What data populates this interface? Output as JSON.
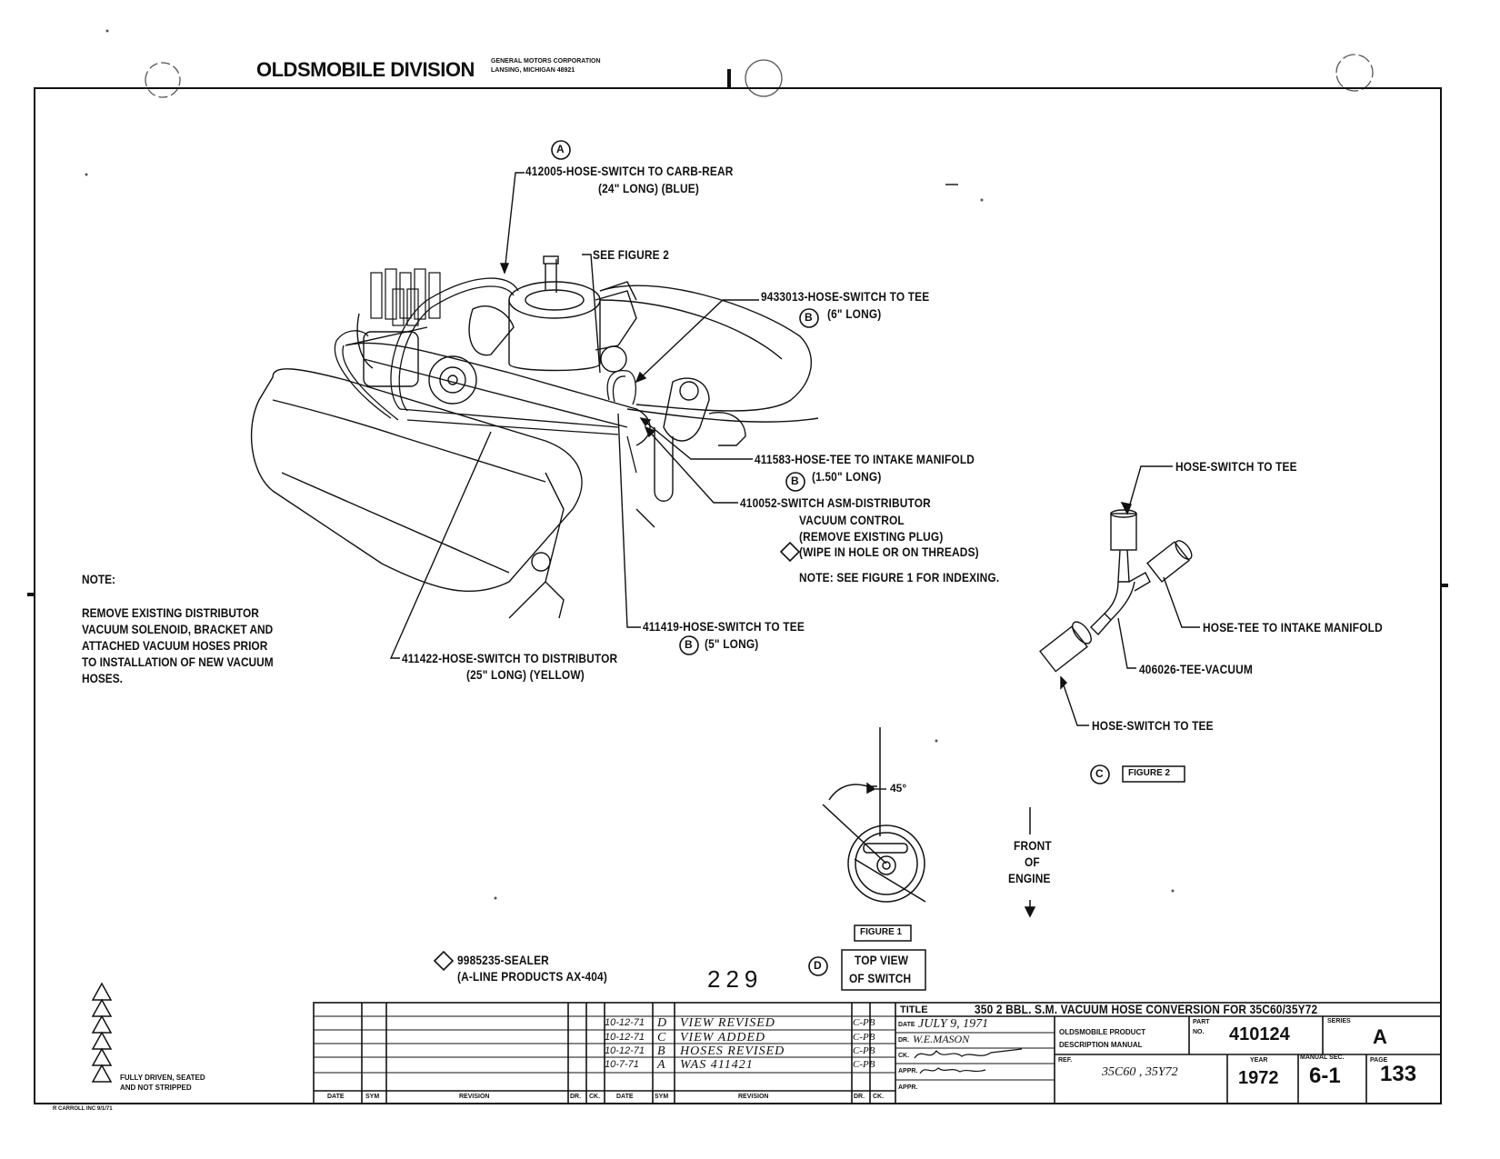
{
  "header": {
    "division": "OLDSMOBILE DIVISION",
    "corp_line1": "GENERAL MOTORS CORPORATION",
    "corp_line2": "LANSING, MICHIGAN 48921"
  },
  "callouts": {
    "view_a": "A",
    "view_b": "B",
    "view_c": "C",
    "view_d": "D",
    "hose_412005_l1": "412005-HOSE-SWITCH TO CARB-REAR",
    "hose_412005_l2": "(24\" LONG) (BLUE)",
    "see_figure_2": "SEE FIGURE 2",
    "hose_9433013_l1": "9433013-HOSE-SWITCH TO TEE",
    "hose_9433013_l2": "(6\" LONG)",
    "hose_411583_l1": "411583-HOSE-TEE TO INTAKE MANIFOLD",
    "hose_411583_l2": "(1.50\" LONG)",
    "switch_410052_l1": "410052-SWITCH ASM-DISTRIBUTOR",
    "switch_410052_l2": "VACUUM CONTROL",
    "switch_410052_l3": "(REMOVE EXISTING PLUG)",
    "switch_410052_l4": "(WIPE IN HOLE OR ON THREADS)",
    "note_indexing": "NOTE:  SEE FIGURE 1 FOR INDEXING.",
    "hose_411419_l1": "411419-HOSE-SWITCH TO TEE",
    "hose_411419_l2": "(5\" LONG)",
    "hose_411422_l1": "411422-HOSE-SWITCH TO DISTRIBUTOR",
    "hose_411422_l2": "(25\" LONG) (YELLOW)",
    "c_hose_switch_tee_top": "HOSE-SWITCH TO TEE",
    "c_hose_tee_manifold": "HOSE-TEE TO INTAKE MANIFOLD",
    "c_tee_vacuum": "406026-TEE-VACUUM",
    "c_hose_switch_tee_bottom": "HOSE-SWITCH TO TEE",
    "figure_2": "FIGURE 2",
    "angle": "45°",
    "front_l1": "FRONT",
    "front_l2": "OF",
    "front_l3": "ENGINE",
    "figure_1": "FIGURE 1",
    "top_view_l1": "TOP VIEW",
    "top_view_l2": "OF SWITCH",
    "sealer_l1": "9985235-SEALER",
    "sealer_l2": "(A-LINE PRODUCTS AX-404)",
    "page_number": "229"
  },
  "note": {
    "heading": "NOTE:",
    "lines": [
      "REMOVE EXISTING DISTRIBUTOR",
      "VACUUM SOLENOID, BRACKET AND",
      "ATTACHED VACUUM HOSES PRIOR",
      "TO INSTALLATION OF NEW VACUUM",
      "HOSES."
    ]
  },
  "legend": {
    "line1": "FULLY DRIVEN, SEATED",
    "line2": "AND NOT STRIPPED"
  },
  "revisions": {
    "col_date": "DATE",
    "col_sym": "SYM",
    "col_revision": "REVISION",
    "col_dr": "DR.",
    "col_ck": "CK.",
    "rows": [
      {
        "date": "10-12-71",
        "sym": "D",
        "text": "VIEW REVISED",
        "by": "C-PB"
      },
      {
        "date": "10-12-71",
        "sym": "C",
        "text": "VIEW ADDED",
        "by": "C-PB"
      },
      {
        "date": "10-12-71",
        "sym": "B",
        "text": "HOSES REVISED",
        "by": "C-PB"
      },
      {
        "date": "10-7-71",
        "sym": "A",
        "text": "WAS 411421",
        "by": "C-PB"
      }
    ]
  },
  "title_block": {
    "title_label": "TITLE",
    "title": "350 2 BBL. S.M. VACUUM HOSE CONVERSION FOR 35C60/35Y72",
    "date_label": "DATE",
    "date_value": "JULY 9, 1971",
    "dr_label": "DR.",
    "dr_value": "W.E.MASON",
    "ck_label": "CK.",
    "appr_label": "APPR.",
    "appr2_label": "APPR.",
    "manual_l1": "OLDSMOBILE PRODUCT",
    "manual_l2": "DESCRIPTION MANUAL",
    "part_label_l1": "PART",
    "part_label_l2": "NO.",
    "part_no": "410124",
    "series_label": "SERIES",
    "series": "A",
    "ref_label": "REF.",
    "ref_value": "35C60 , 35Y72",
    "year_label": "YEAR",
    "year": "1972",
    "sec_label": "MANUAL SEC.",
    "sec": "6-1",
    "page_label": "PAGE",
    "page": "133"
  },
  "footer": {
    "printer": "R CARROLL INC 9/1/71"
  }
}
